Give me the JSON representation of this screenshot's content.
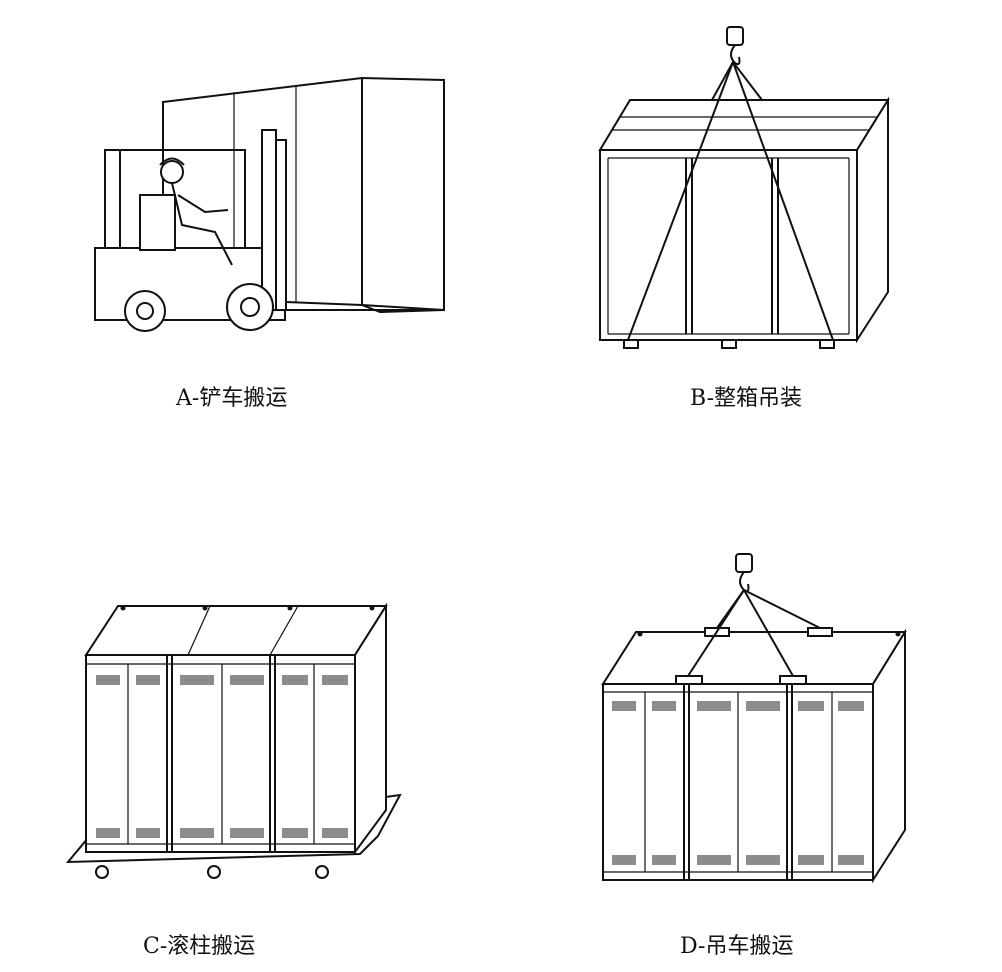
{
  "captions": {
    "a": "A-铲车搬运",
    "b": "B-整箱吊装",
    "c": "C-滚柱搬运",
    "d": "D-吊车搬运"
  }
}
